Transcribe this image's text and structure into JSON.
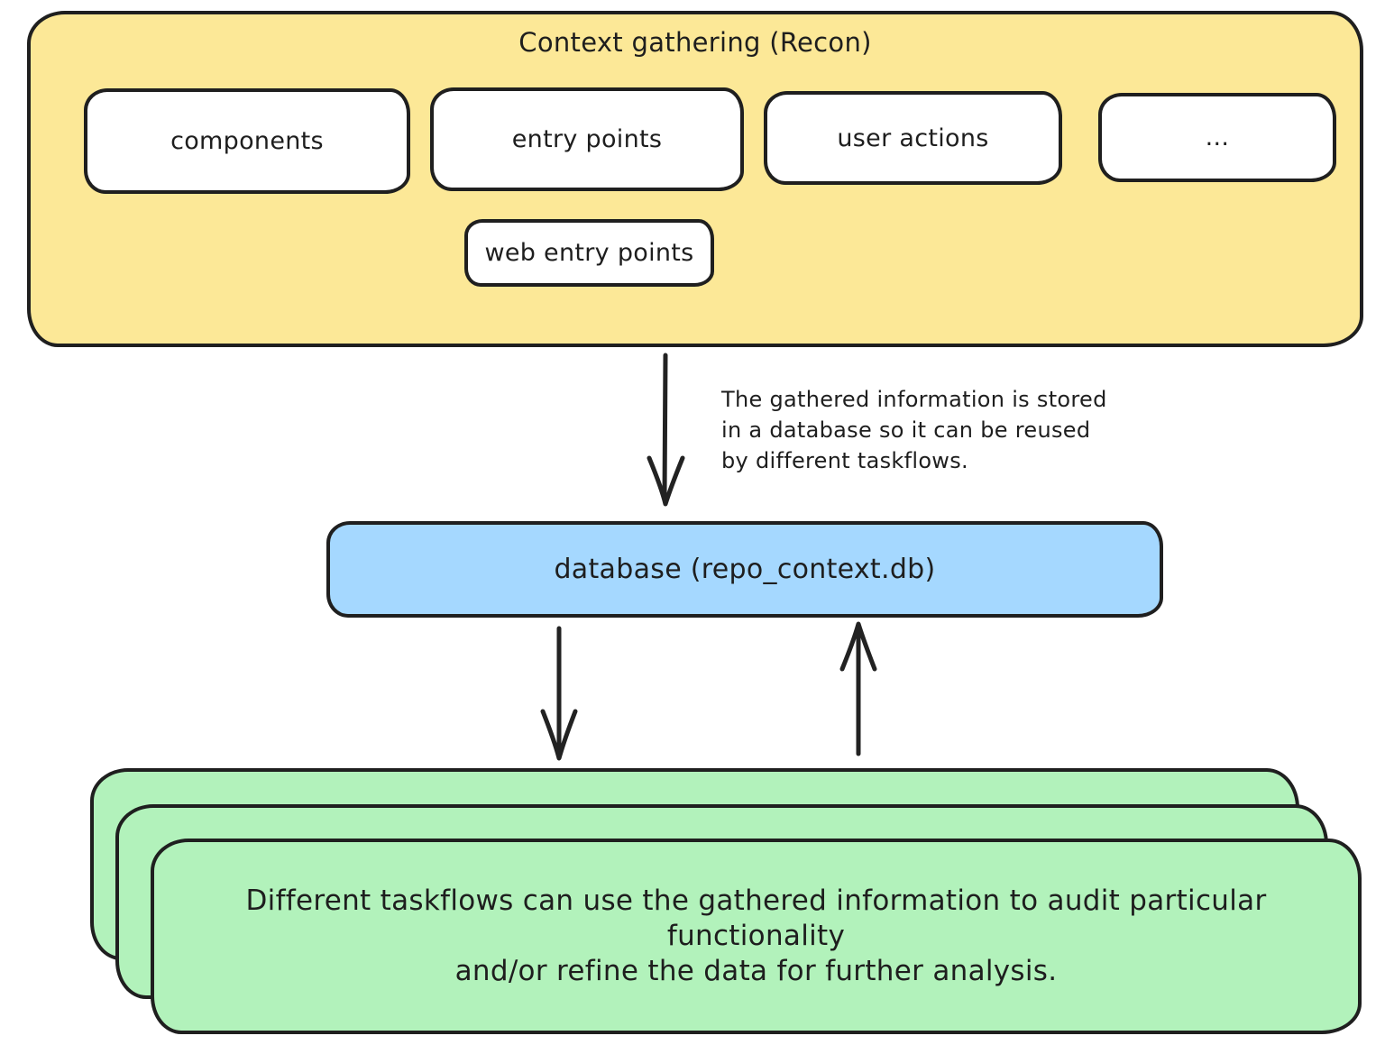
{
  "colors": {
    "stroke": "#1e1e1e",
    "recon_fill": "#fce897",
    "node_fill": "#ffffff",
    "database_fill": "#a5d8ff",
    "taskflows_fill": "#b2f2bb",
    "background": "#ffffff"
  },
  "recon": {
    "title": "Context gathering (Recon)",
    "nodes": {
      "components": "components",
      "entry_points": "entry points",
      "user_actions": "user actions",
      "more": "...",
      "web_entry_points": "web entry points"
    }
  },
  "database_note": {
    "lines": [
      "The gathered information is stored",
      "in a database so it can be reused",
      "by different taskflows."
    ]
  },
  "database": {
    "label": "database (repo_context.db)"
  },
  "taskflows": {
    "lines": [
      "Different taskflows can use the gathered information to audit particular functionality",
      "and/or refine the data for further analysis."
    ]
  }
}
